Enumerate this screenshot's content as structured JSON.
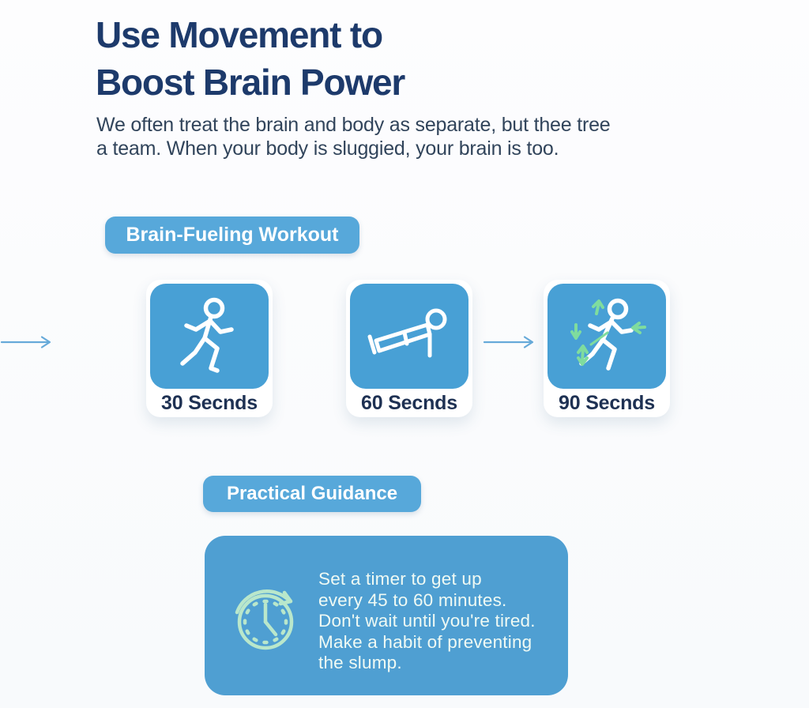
{
  "header": {
    "title_line1": "Use Movement to",
    "title_line2": "Boost Brain Power",
    "subtitle_line1": "We often treat the brain and body as separate, but thee tree",
    "subtitle_line2": "a team. When your body is sluggied, your brain is too."
  },
  "workout": {
    "badge_label": "Brain-Fueling Workout",
    "steps": [
      {
        "icon": "walking-person-icon",
        "label": "30 Secnds"
      },
      {
        "icon": "plank-person-icon",
        "label": "60 Secnds"
      },
      {
        "icon": "running-person-icon",
        "label": "90 Secnds"
      }
    ]
  },
  "guidance": {
    "badge_label": "Practical Guidance",
    "icon": "timer-clock-icon",
    "text_lines": [
      "Set a timer to get up",
      "every 45 to 60 minutes.",
      "Don't wait until you're tired.",
      "Make a habit of preventing",
      "the slump."
    ]
  },
  "colors": {
    "title_navy": "#1d3a6b",
    "subtitle_slate": "#31445b",
    "badge_blue": "#57a8da",
    "tile_blue": "#48a0d5",
    "big_card_blue": "#4f9fd2",
    "label_navy": "#1e3153",
    "icon_white": "#ffffff",
    "mint_accent": "#b9e7cb",
    "green_arrow": "#7fdc9e",
    "connector_blue": "#66aad9",
    "background": "#fafbfc"
  }
}
